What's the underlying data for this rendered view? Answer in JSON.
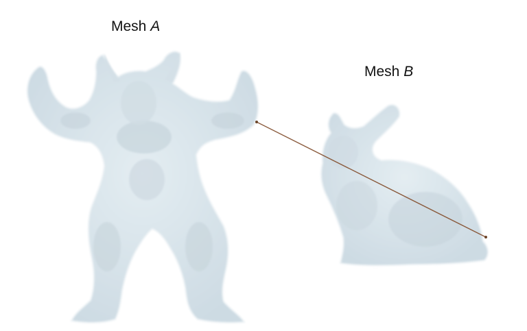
{
  "labels": {
    "mesh_a": {
      "prefix": "Mesh",
      "variable": "A"
    },
    "mesh_b": {
      "prefix": "Mesh",
      "variable": "B"
    }
  },
  "colors": {
    "background": "#ffffff",
    "mesh_fill": "#dbe6ec",
    "mesh_shade": "#c3d1d9",
    "mesh_edge": "#eef3f6",
    "correspondence_line": "#8a5a3c"
  },
  "objects": {
    "mesh_a": "armadillo-mesh",
    "mesh_b": "bunny-mesh",
    "connector": "correspondence-line"
  }
}
